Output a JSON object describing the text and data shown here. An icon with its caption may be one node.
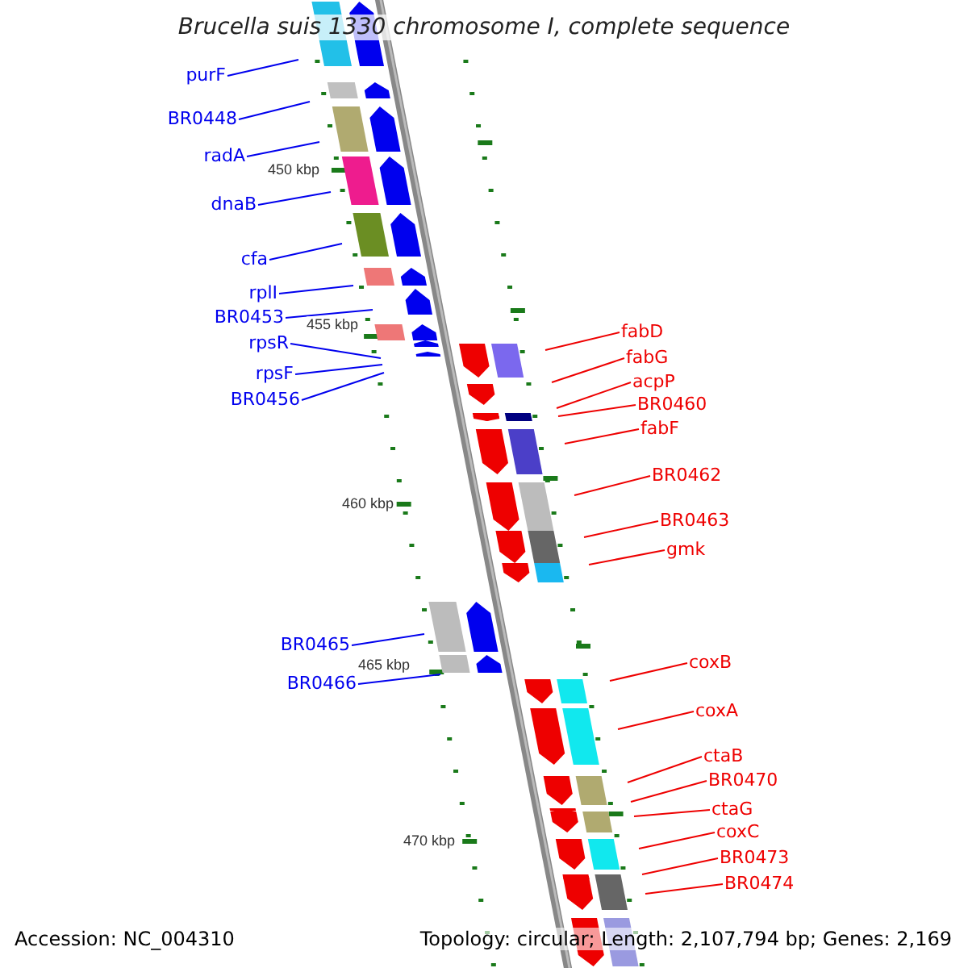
{
  "diagram": {
    "title": "Brucella suis 1330 chromosome I, complete sequence",
    "nodes": [
      {
        "text": [
          "purF"
        ]
      },
      {
        "text": [
          "BR0448"
        ]
      },
      {
        "text": [
          "radA"
        ]
      },
      {
        "text": [
          "dnaB"
        ]
      },
      {
        "text": [
          "cfa"
        ]
      },
      {
        "text": [
          "rplI"
        ]
      },
      {
        "text": [
          "BR0453"
        ]
      },
      {
        "text": [
          "rpsR"
        ]
      },
      {
        "text": [
          "rpsF"
        ]
      },
      {
        "text": [
          "BR0456"
        ]
      },
      {
        "text": [
          "BR0465"
        ]
      },
      {
        "text": [
          "BR0466"
        ]
      },
      {
        "text": [
          "fabD"
        ]
      },
      {
        "text": [
          "fabG"
        ]
      },
      {
        "text": [
          "acpP"
        ]
      },
      {
        "text": [
          "BR0460"
        ]
      },
      {
        "text": [
          "fabF"
        ]
      },
      {
        "text": [
          "BR0462"
        ]
      },
      {
        "text": [
          "BR0463"
        ]
      },
      {
        "text": [
          "gmk"
        ]
      },
      {
        "text": [
          "coxB"
        ]
      },
      {
        "text": [
          "coxA"
        ]
      },
      {
        "text": [
          "ctaB"
        ]
      },
      {
        "text": [
          "BR0470"
        ]
      },
      {
        "text": [
          "ctaG"
        ]
      },
      {
        "text": [
          "coxC"
        ]
      },
      {
        "text": [
          "BR0473"
        ]
      },
      {
        "text": [
          "BR0474"
        ]
      }
    ],
    "edges": [
      {
        "from": 0,
        "to": null,
        "arrow": "none",
        "color": "#0000ee"
      },
      {
        "from": 1,
        "to": null,
        "arrow": "none",
        "color": "#0000ee"
      },
      {
        "from": 2,
        "to": null,
        "arrow": "none",
        "color": "#0000ee"
      },
      {
        "from": 3,
        "to": null,
        "arrow": "none",
        "color": "#0000ee"
      },
      {
        "from": 4,
        "to": null,
        "arrow": "none",
        "color": "#0000ee"
      },
      {
        "from": 5,
        "to": null,
        "arrow": "none",
        "color": "#0000ee"
      },
      {
        "from": 6,
        "to": null,
        "arrow": "none",
        "color": "#0000ee"
      },
      {
        "from": 7,
        "to": null,
        "arrow": "none",
        "color": "#0000ee"
      },
      {
        "from": 8,
        "to": null,
        "arrow": "none",
        "color": "#0000ee"
      },
      {
        "from": 9,
        "to": null,
        "arrow": "none",
        "color": "#0000ee"
      },
      {
        "from": 10,
        "to": null,
        "arrow": "none",
        "color": "#0000ee"
      },
      {
        "from": 11,
        "to": null,
        "arrow": "none",
        "color": "#0000ee"
      },
      {
        "from": 12,
        "to": null,
        "arrow": "none"
      },
      {
        "from": 13,
        "to": null,
        "arrow": "none"
      },
      {
        "from": 14,
        "to": null,
        "arrow": "none"
      },
      {
        "from": 15,
        "to": null,
        "arrow": "none"
      },
      {
        "from": 16,
        "to": null,
        "arrow": "none"
      },
      {
        "from": 17,
        "to": null,
        "arrow": "none"
      },
      {
        "from": 18,
        "to": null,
        "arrow": "none"
      },
      {
        "from": 19,
        "to": null,
        "arrow": "none"
      },
      {
        "from": 20,
        "to": null,
        "arrow": "none"
      },
      {
        "from": 21,
        "to": null,
        "arrow": "none"
      },
      {
        "from": 22,
        "to": null,
        "arrow": "none"
      },
      {
        "from": 23,
        "to": null,
        "arrow": "none"
      },
      {
        "from": 24,
        "to": null,
        "arrow": "none"
      },
      {
        "from": 25,
        "to": null,
        "arrow": "none"
      },
      {
        "from": 26,
        "to": null,
        "arrow": "none"
      },
      {
        "from": 27,
        "to": null,
        "arrow": "none"
      }
    ],
    "labels": [
      "450 kbp",
      "455 kbp",
      "460 kbp",
      "465 kbp",
      "470 kbp",
      "Accession: NC_004310",
      "Topology: circular; Length: 2,107,794 bp; Genes: 2,169"
    ]
  }
}
